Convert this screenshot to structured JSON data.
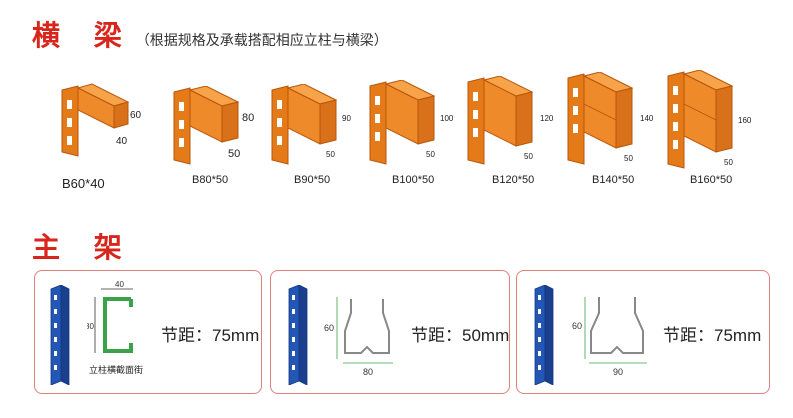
{
  "beam_section": {
    "title": "横 梁",
    "note": "（根据规格及承载搭配相应立柱与横梁）",
    "beams": [
      {
        "label": "B60*40",
        "height": "60",
        "width": "40"
      },
      {
        "label": "B80*50",
        "height": "80",
        "width": "50"
      },
      {
        "label": "B90*50",
        "height": "90",
        "width": "50"
      },
      {
        "label": "B100*50",
        "height": "100",
        "width": "50"
      },
      {
        "label": "B120*50",
        "height": "120",
        "width": "50"
      },
      {
        "label": "B140*50",
        "height": "140",
        "width": "50"
      },
      {
        "label": "B160*50",
        "height": "160",
        "width": "50"
      }
    ]
  },
  "frame_section": {
    "title": "主 架",
    "frames": [
      {
        "pitch_label": "节距：",
        "pitch_value": "75mm",
        "dim_width": "40",
        "dim_height": "80",
        "caption": "立柱横截面街"
      },
      {
        "pitch_label": "节距：",
        "pitch_value": "50mm",
        "dim_width": "80",
        "dim_height": "60"
      },
      {
        "pitch_label": "节距：",
        "pitch_value": "75mm",
        "dim_width": "90",
        "dim_height": "60"
      }
    ]
  },
  "colors": {
    "title": "#d8261c",
    "beam": "#ef8a2a",
    "upright": "#1f4fa8",
    "frame_border": "#e0807a",
    "dim_green": "#3aa24a"
  }
}
